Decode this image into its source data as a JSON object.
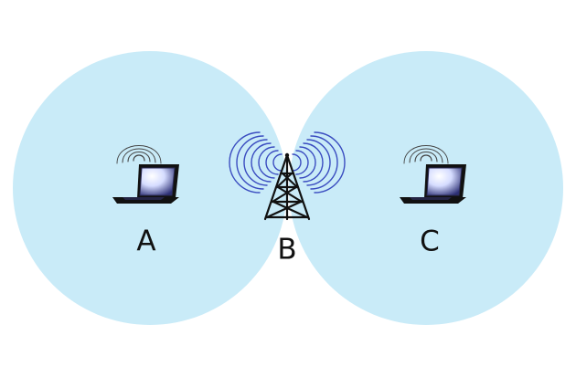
{
  "diagram": {
    "labels": {
      "left": "A",
      "center": "B",
      "right": "C"
    },
    "nodes": [
      {
        "id": "A",
        "icon": "laptop-icon"
      },
      {
        "id": "B",
        "icon": "antenna-tower-icon"
      },
      {
        "id": "C",
        "icon": "laptop-icon"
      }
    ],
    "coverage": {
      "circle_color": "#c9ebf8",
      "overlap_color": "#b3e0f4"
    },
    "colors": {
      "laptop_body": "#111111",
      "laptop_screen_edge": "#2b2b55",
      "laptop_screen_glow": "#ffffff",
      "wifi_waves": "#444444",
      "tower_lines": "#111111",
      "tower_waves": "#3a4cc0"
    }
  }
}
